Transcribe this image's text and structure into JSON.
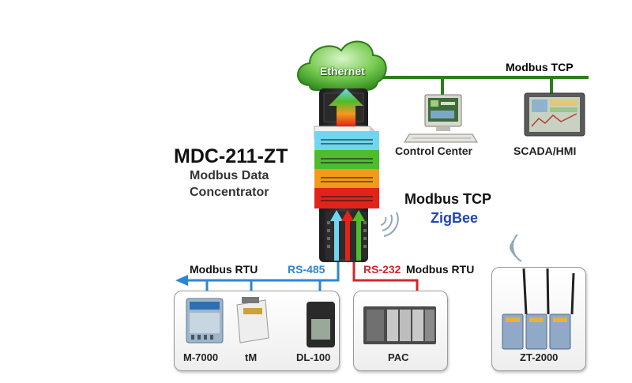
{
  "cloud": {
    "label": "Ethernet"
  },
  "top_bus": {
    "label": "Modbus TCP"
  },
  "computers": [
    {
      "label": "Control Center"
    },
    {
      "label": "SCADA/HMI"
    }
  ],
  "product": {
    "model": "MDC-211-ZT",
    "desc_line1": "Modbus Data",
    "desc_line2": "Concentrator"
  },
  "middle": {
    "protocol": "Modbus TCP",
    "wireless": "ZigBee"
  },
  "rs485": {
    "protocol": "Modbus RTU",
    "port": "RS-485"
  },
  "rs232": {
    "port": "RS-232",
    "protocol": "Modbus RTU"
  },
  "devices_left": [
    {
      "label": "M-7000"
    },
    {
      "label": "tM"
    },
    {
      "label": "DL-100"
    }
  ],
  "devices_mid": [
    {
      "label": "PAC"
    }
  ],
  "devices_right": [
    {
      "label": "ZT-2000"
    }
  ],
  "colors": {
    "ethernet_line": "#2e7d1e",
    "cloud": "#4caf32",
    "rs485": "#2b86d6",
    "rs232": "#d3262a",
    "zigbee_text": "#2147b6",
    "layer_cyan": "#6fd6f2",
    "layer_green": "#4ebc2c",
    "layer_orange": "#f39a1c",
    "layer_red": "#e2231a"
  }
}
